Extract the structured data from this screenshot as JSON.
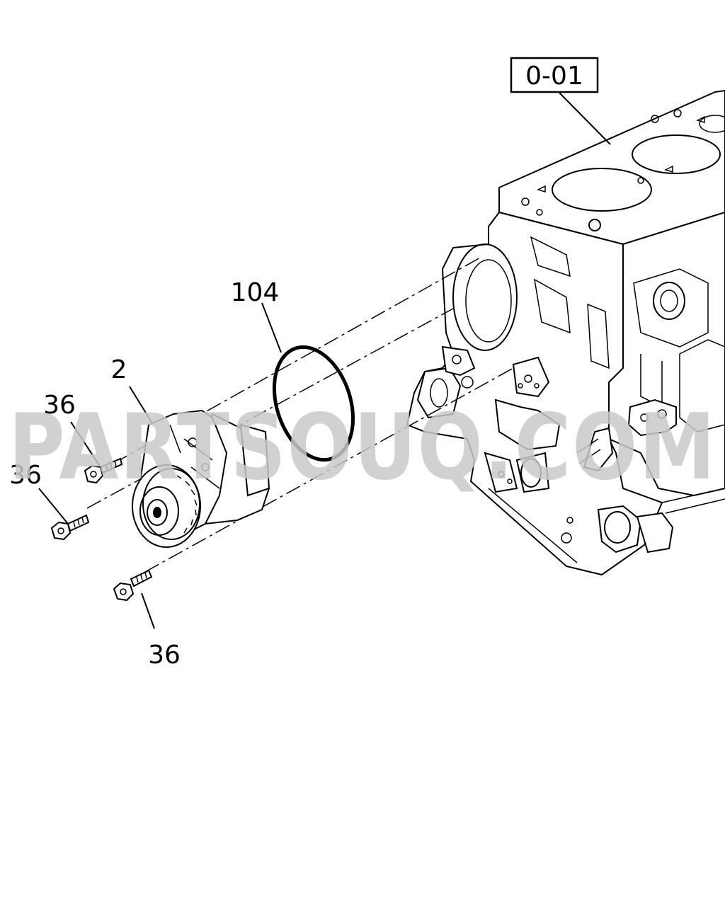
{
  "reference_box": {
    "label": "0-01"
  },
  "callouts": {
    "oring": "104",
    "pump": "2",
    "bolt_upper": "36",
    "bolt_middle": "36",
    "bolt_lower": "36"
  },
  "watermark": {
    "text": "PARTSOUQ.COM"
  }
}
